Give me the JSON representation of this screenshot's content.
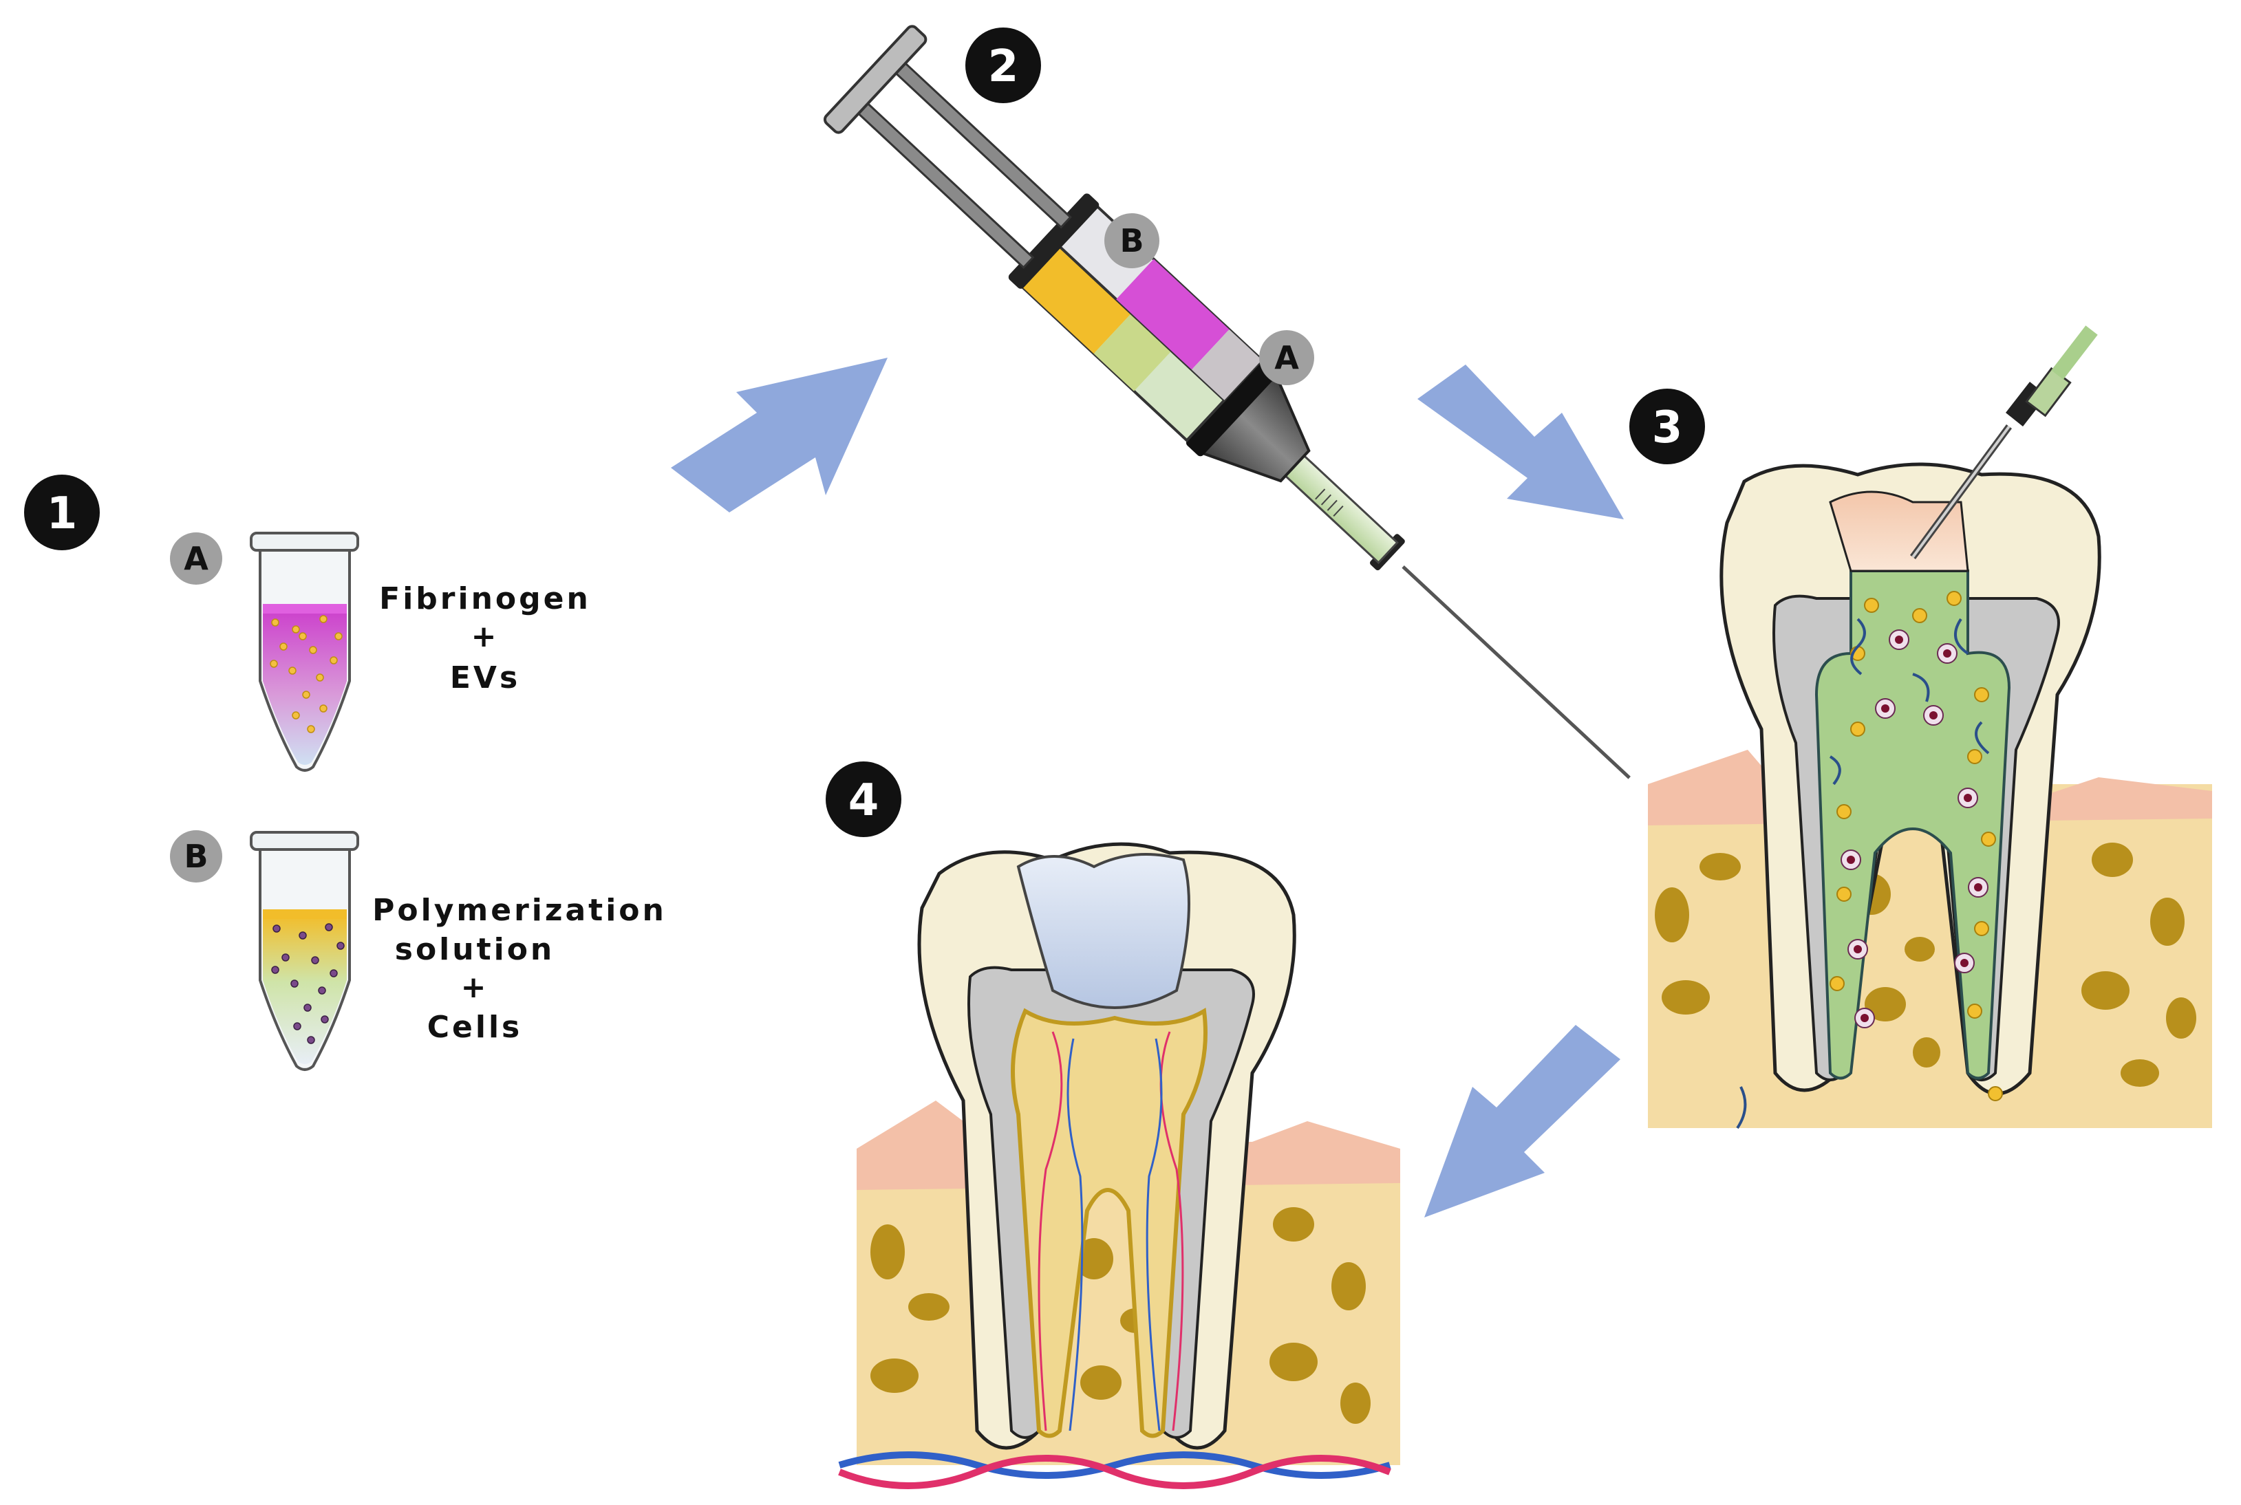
{
  "steps": [
    "1",
    "2",
    "3",
    "4"
  ],
  "tubes": {
    "A": {
      "letter": "A",
      "lines": [
        "Fibrinogen",
        "+",
        "EVs"
      ],
      "color": "#d64fd6"
    },
    "B": {
      "letter": "B",
      "lines": [
        "Polymerization",
        "solution",
        "+",
        "Cells"
      ],
      "color": "#f2c030"
    }
  },
  "syringe": {
    "label_b": "B",
    "label_a": "A",
    "color_a": "#d64fd6",
    "color_b": "#f2c030"
  },
  "colors": {
    "arrow": "#8fa8dc",
    "badge_dark": "#111111",
    "badge_grey": "#a0a0a0",
    "scaffold_green": "#a9cf8c",
    "bone": "#f4dca4",
    "gum": "#f3c0a8",
    "enamel": "#f5efd6",
    "dentin": "#c8c8c8"
  }
}
